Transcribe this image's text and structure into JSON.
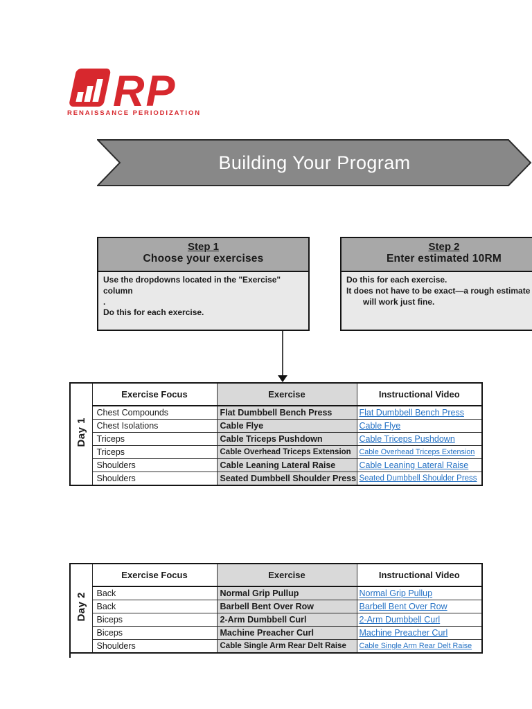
{
  "colors": {
    "brand_red": "#d7282e",
    "link_blue": "#2471c4",
    "banner_gray": "#888888",
    "step_header_gray": "#a8a8a8",
    "step_body_gray": "#e9e9e9",
    "exercise_cell_gray": "#d9d9d9"
  },
  "logo": {
    "rp_text": "RP",
    "subtitle": "RENAISSANCE PERIODIZATION",
    "icon": "bar-chart-badge"
  },
  "banner": {
    "title": "Building Your Program"
  },
  "steps": [
    {
      "title": "Step 1",
      "subtitle": "Choose your exercises",
      "lines": [
        "Use the dropdowns located in the \"Exercise\" column",
        ".",
        "Do this for each exercise."
      ]
    },
    {
      "title": "Step 2",
      "subtitle": "Enter estimated 10RM",
      "lines": [
        "Do this for each exercise.",
        "It does not have to be exact—a rough estimate",
        "will work just fine."
      ]
    }
  ],
  "tables": [
    {
      "day": "Day 1",
      "headers": [
        "Exercise Focus",
        "Exercise",
        "Instructional Video"
      ],
      "rows": [
        {
          "focus": "Chest Compounds",
          "exercise": "Flat Dumbbell Bench Press",
          "video": "Flat Dumbbell Bench Press"
        },
        {
          "focus": "Chest Isolations",
          "exercise": "Cable Flye",
          "video": "Cable Flye"
        },
        {
          "focus": "Triceps",
          "exercise": "Cable Triceps Pushdown",
          "video": "Cable Triceps Pushdown"
        },
        {
          "focus": "Triceps",
          "exercise": "Cable Overhead Triceps Extension",
          "video": "Cable Overhead Triceps Extension"
        },
        {
          "focus": "Shoulders",
          "exercise": "Cable Leaning Lateral Raise",
          "video": "Cable Leaning Lateral Raise"
        },
        {
          "focus": "Shoulders",
          "exercise": "Seated Dumbbell Shoulder Press",
          "video": "Seated Dumbbell Shoulder Press"
        }
      ]
    },
    {
      "day": "Day 2",
      "headers": [
        "Exercise Focus",
        "Exercise",
        "Instructional Video"
      ],
      "rows": [
        {
          "focus": "Back",
          "exercise": "Normal Grip Pullup",
          "video": "Normal Grip Pullup"
        },
        {
          "focus": "Back",
          "exercise": "Barbell Bent Over Row",
          "video": "Barbell Bent Over Row"
        },
        {
          "focus": "Biceps",
          "exercise": "2-Arm Dumbbell Curl",
          "video": "2-Arm Dumbbell Curl"
        },
        {
          "focus": "Biceps",
          "exercise": "Machine Preacher Curl",
          "video": "Machine Preacher Curl"
        },
        {
          "focus": "Shoulders",
          "exercise": "Cable Single Arm Rear Delt Raise",
          "video": "Cable Single Arm Rear Delt Raise"
        }
      ]
    }
  ]
}
